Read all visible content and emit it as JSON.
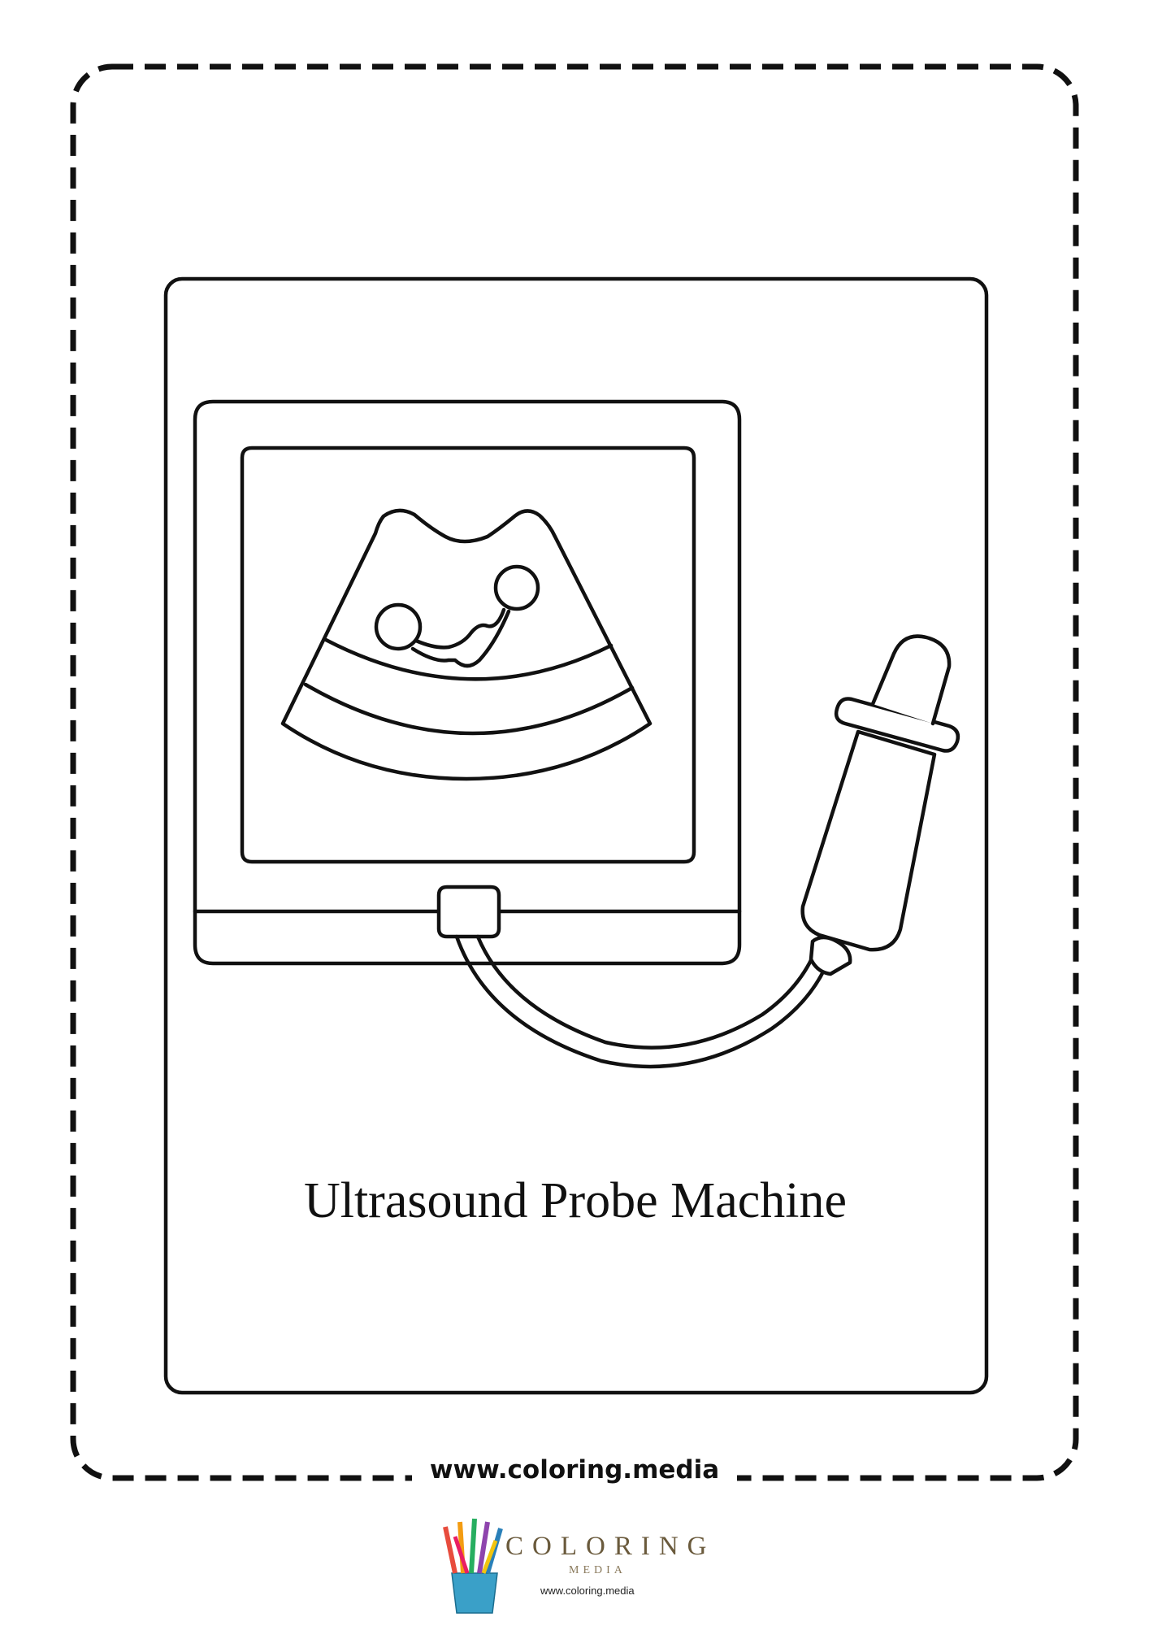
{
  "caption": "Ultrasound Probe Machine",
  "website": "www.coloring.media",
  "logo": {
    "word": "COLORING",
    "sub": "MEDIA",
    "url": "www.coloring.media"
  },
  "colors": {
    "line": "#111111",
    "background": "#ffffff",
    "logo_text": "#6a5a3c"
  },
  "icons": [
    "ultrasound-machine-icon",
    "ultrasound-probe-icon",
    "pencil-cup-icon"
  ]
}
